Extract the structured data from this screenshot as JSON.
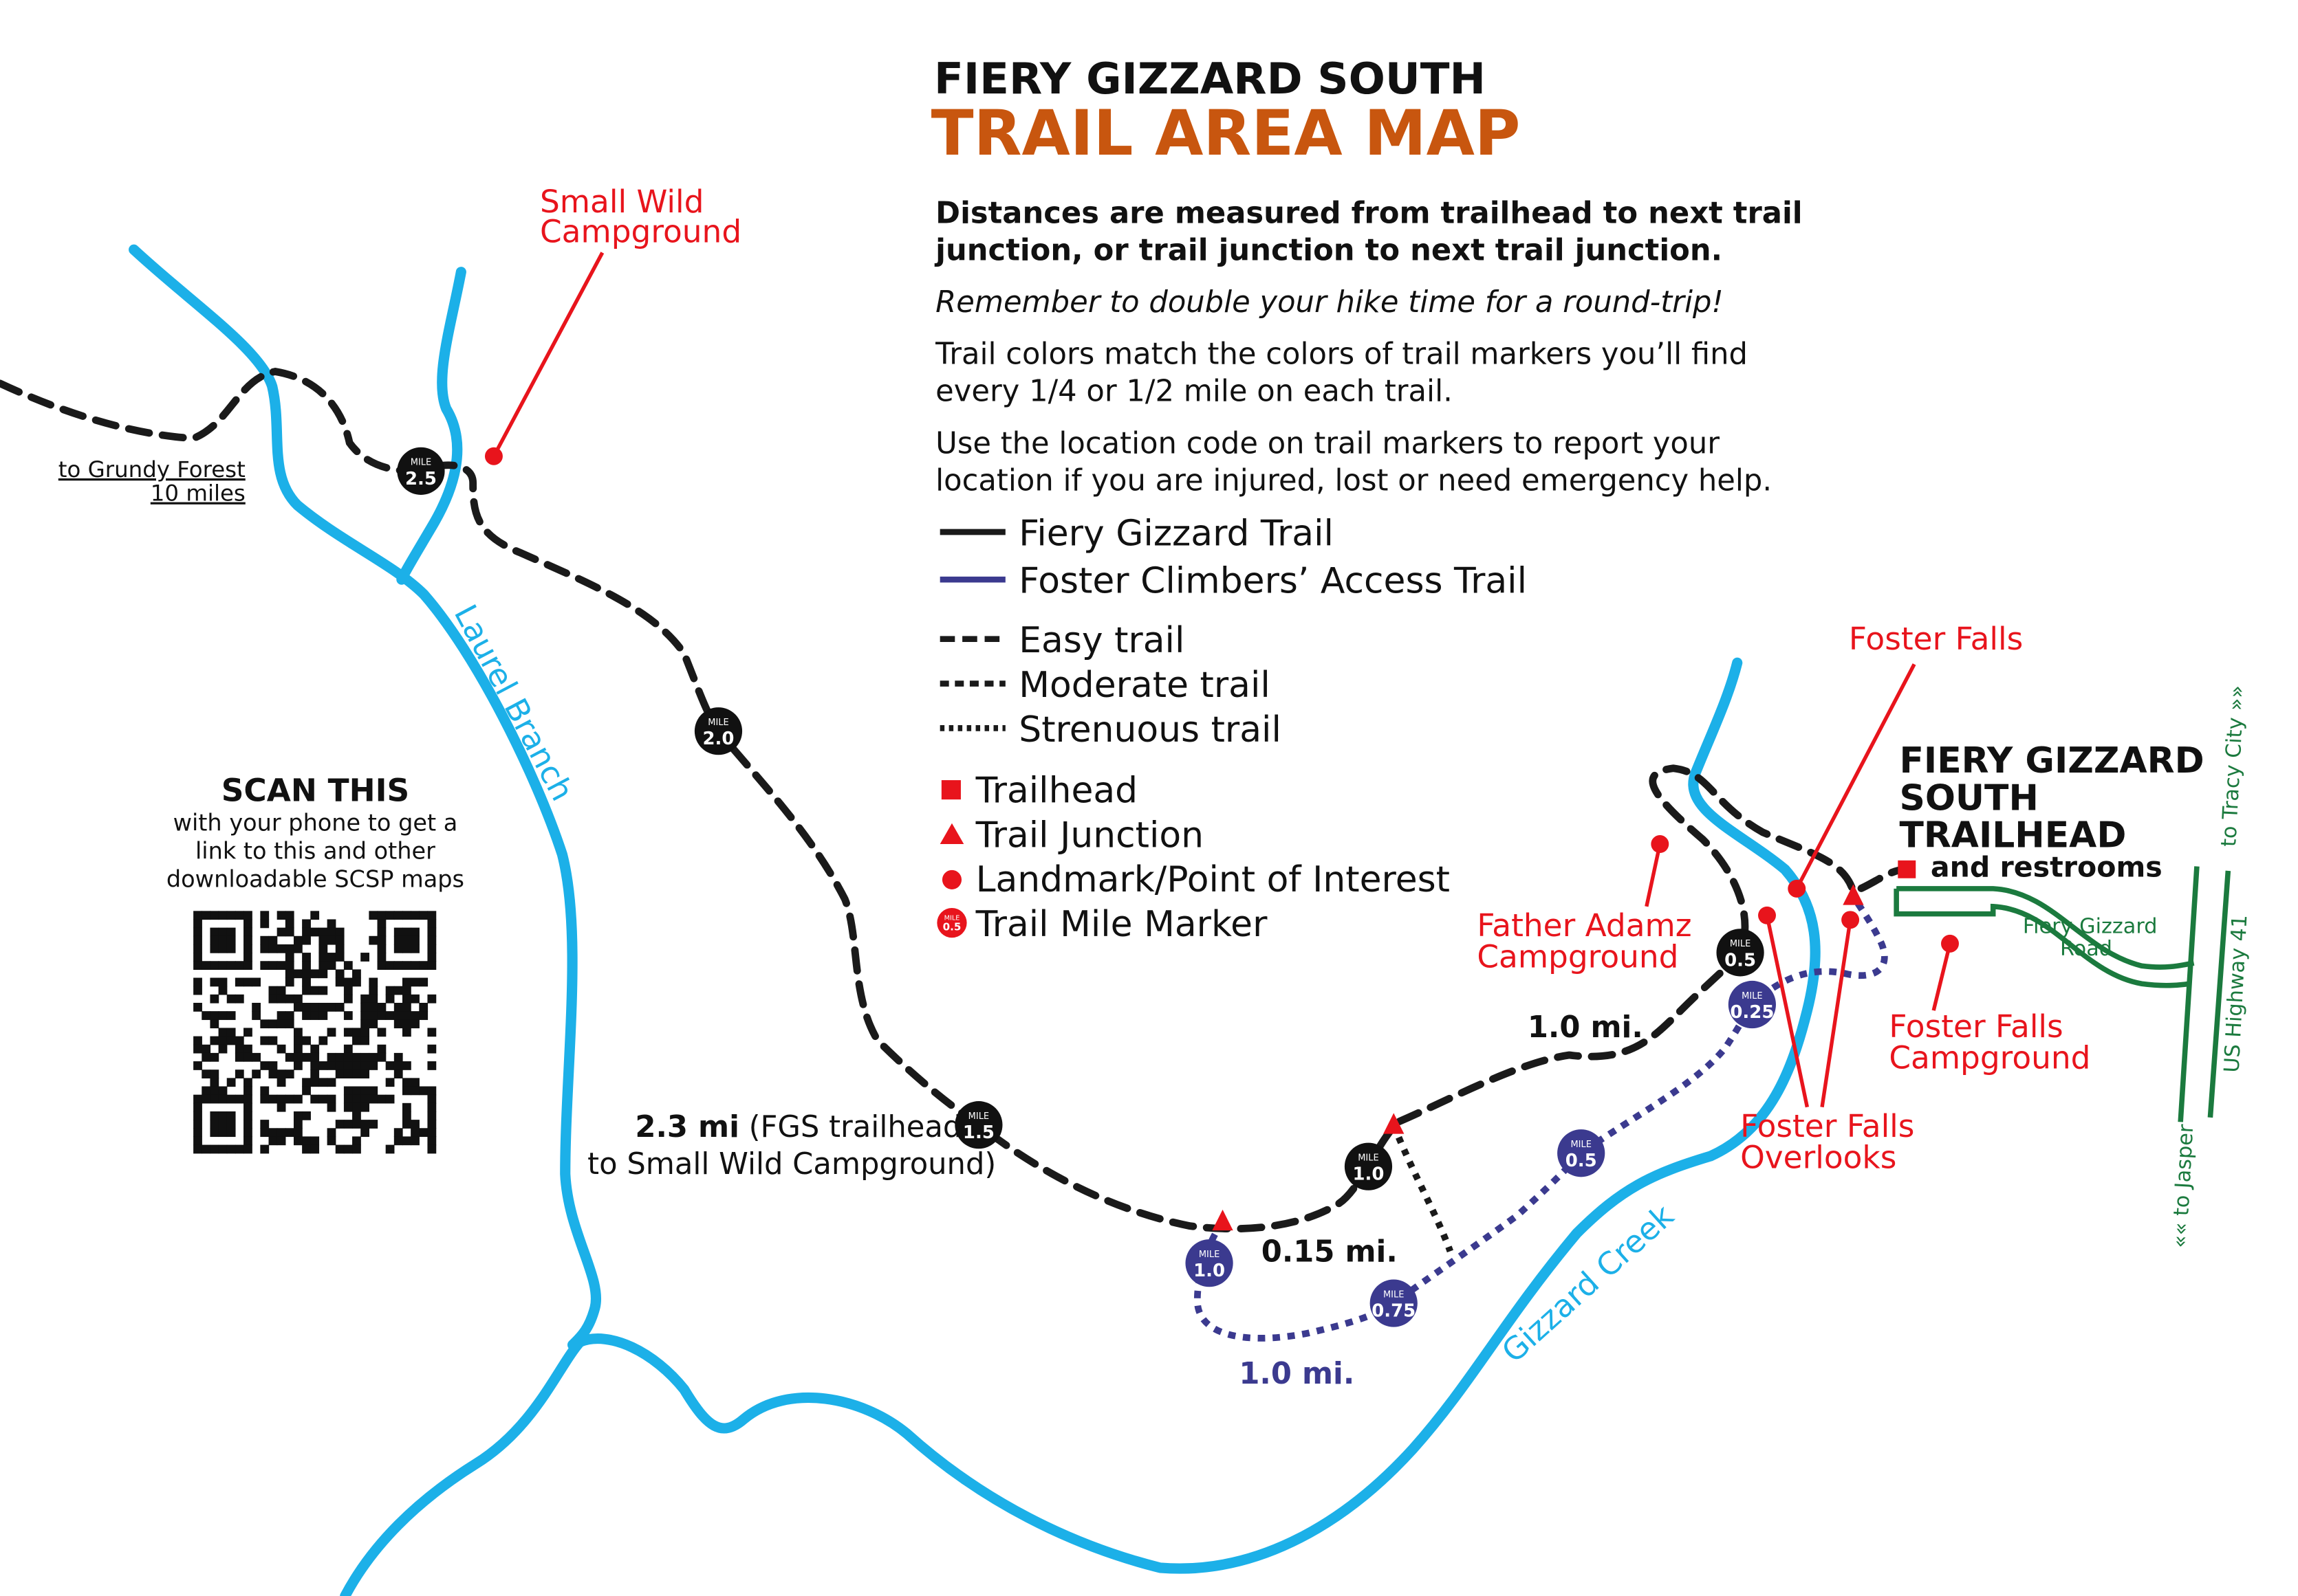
{
  "header": {
    "title_line1": "FIERY GIZZARD SOUTH",
    "title_line2": "TRAIL AREA MAP"
  },
  "intro": {
    "bold_line1": "Distances are measured from trailhead to next trail",
    "bold_line2": "junction, or trail junction to next trail junction.",
    "italic": "Remember to double your hike time for a round-trip!",
    "p1_line1": "Trail colors match the colors of trail markers you’ll find",
    "p1_line2": "every 1/4 or 1/2 mile on each trail.",
    "p2_line1": "Use the location code on trail markers to report your",
    "p2_line2": "location if you are injured, lost or need emergency help."
  },
  "legend": {
    "items": [
      {
        "label": "Fiery Gizzard Trail",
        "symbol": "solid-line",
        "color": "#1a1a1a"
      },
      {
        "label": "Foster Climbers’ Access Trail",
        "symbol": "solid-line",
        "color": "#3b3a8f"
      },
      {
        "label": "Easy trail",
        "symbol": "long-dash"
      },
      {
        "label": "Moderate trail",
        "symbol": "short-dash"
      },
      {
        "label": "Strenuous trail",
        "symbol": "dotted"
      },
      {
        "label": "Trailhead",
        "symbol": "red-square"
      },
      {
        "label": "Trail Junction",
        "symbol": "red-triangle"
      },
      {
        "label": "Landmark/Point of Interest",
        "symbol": "red-dot"
      },
      {
        "label": "Trail Mile Marker",
        "symbol": "red-mile-marker",
        "marker_text": "MILE",
        "marker_value": "0.5"
      }
    ]
  },
  "qr": {
    "title": "SCAN THIS",
    "line1": "with your phone to get a",
    "line2": "link to this and other",
    "line3": "downloadable SCSP maps"
  },
  "places": {
    "small_wild_1": "Small Wild",
    "small_wild_2": "Campground",
    "grundy_1": "to Grundy Forest",
    "grundy_2": "10 miles",
    "laurel": "Laurel Branch",
    "gizzard_creek": "Gizzard Creek",
    "foster_falls": "Foster Falls",
    "father_1": "Father Adamz",
    "father_2": "Campground",
    "overlooks_1": "Foster Falls",
    "overlooks_2": "Overlooks",
    "ffcamp_1": "Foster Falls",
    "ffcamp_2": "Campground",
    "trailhead_1": "FIERY GIZZARD",
    "trailhead_2": "SOUTH",
    "trailhead_3": "TRAILHEAD",
    "trailhead_4": "and restrooms",
    "road_1": "Fiery Gizzard",
    "road_2": "Road",
    "tracy": "to Tracy City »»",
    "highway": "US Highway 41",
    "jasper": "«« to Jasper"
  },
  "distances": {
    "fgs_bold": "2.3 mi",
    "fgs_rest": " (FGS trailhead",
    "fgs_line2": "to Small Wild Campground)",
    "d1": "1.0 mi.",
    "d2": "0.15 mi.",
    "d3": "1.0 mi."
  },
  "mile_markers": {
    "label": "MILE",
    "black": [
      "2.5",
      "2.0",
      "1.5",
      "1.0",
      "0.5"
    ],
    "blue": [
      "1.0",
      "0.75",
      "0.5",
      "0.25"
    ]
  },
  "colors": {
    "river": "#1cb0e8",
    "title_accent": "#c8560f",
    "poi": "#e8141c",
    "road": "#1b7a3e",
    "climbers_trail": "#3b3a8f"
  }
}
